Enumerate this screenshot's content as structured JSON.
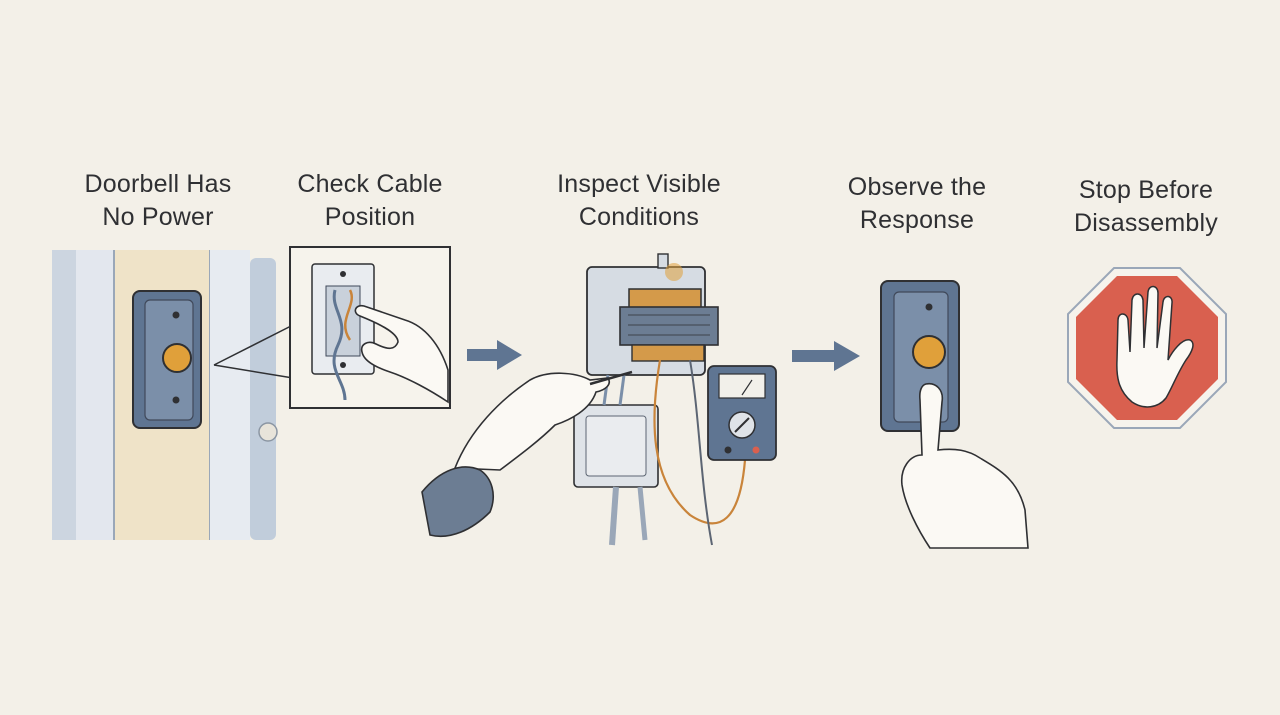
{
  "steps": [
    {
      "line1": "Doorbell Has",
      "line2": "No Power"
    },
    {
      "line1": "Check Cable",
      "line2": "Position"
    },
    {
      "line1": "Inspect Visible",
      "line2": "Conditions"
    },
    {
      "line1": "Observe the",
      "line2": "Response"
    },
    {
      "line1": "Stop Before",
      "line2": "Disassembly"
    }
  ],
  "colors": {
    "background": "#f3f0e8",
    "ink": "#2f3033",
    "steel_blue": "#5f7592",
    "button_orange": "#e0a03a",
    "stop_red": "#d9604f",
    "wood": "#efe3c8"
  },
  "icons": [
    "doorbell-icon",
    "wiring-plate-icon",
    "arrow-right-icon",
    "transformer-icon",
    "multimeter-icon",
    "hand-icon",
    "stop-sign-icon"
  ]
}
